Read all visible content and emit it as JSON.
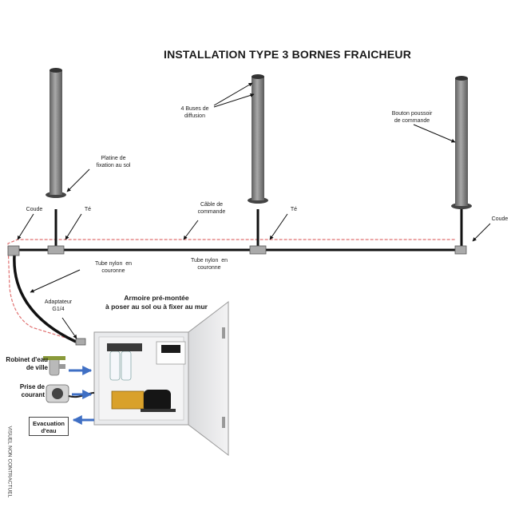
{
  "title": "INSTALLATION TYPE 3 BORNES FRAICHEUR",
  "labels": {
    "platine": "Platine de\nfixation au sol",
    "buses": "4 Buses de\ndiffusion",
    "bouton": "Bouton poussoir\nde commande",
    "coude_left": "Coude",
    "te_left": "Té",
    "cable": "Câble de\ncommande",
    "te_right": "Té",
    "coude_right": "Coude",
    "tube1": "Tube nylon  en\ncouronne",
    "tube2": "Tube nylon  en\ncouronne",
    "adaptateur": "Adaptateur\nG1/4",
    "armoire": "Armoire pré-montée\nà poser au sol ou à fixer au mur",
    "robinet": "Robinet d'eau\nde ville",
    "prise": "Prise de\ncourant",
    "evacuation": "Evacuation\nd'eau",
    "vertical_note": "VISUEL NON CONTRACTUEL"
  },
  "colors": {
    "pole": "#8a8a8a",
    "pipe": "#111111",
    "cable": "#e07070",
    "arrow_blue": "#3f6fc4",
    "cabinet": "#e9eaec"
  }
}
